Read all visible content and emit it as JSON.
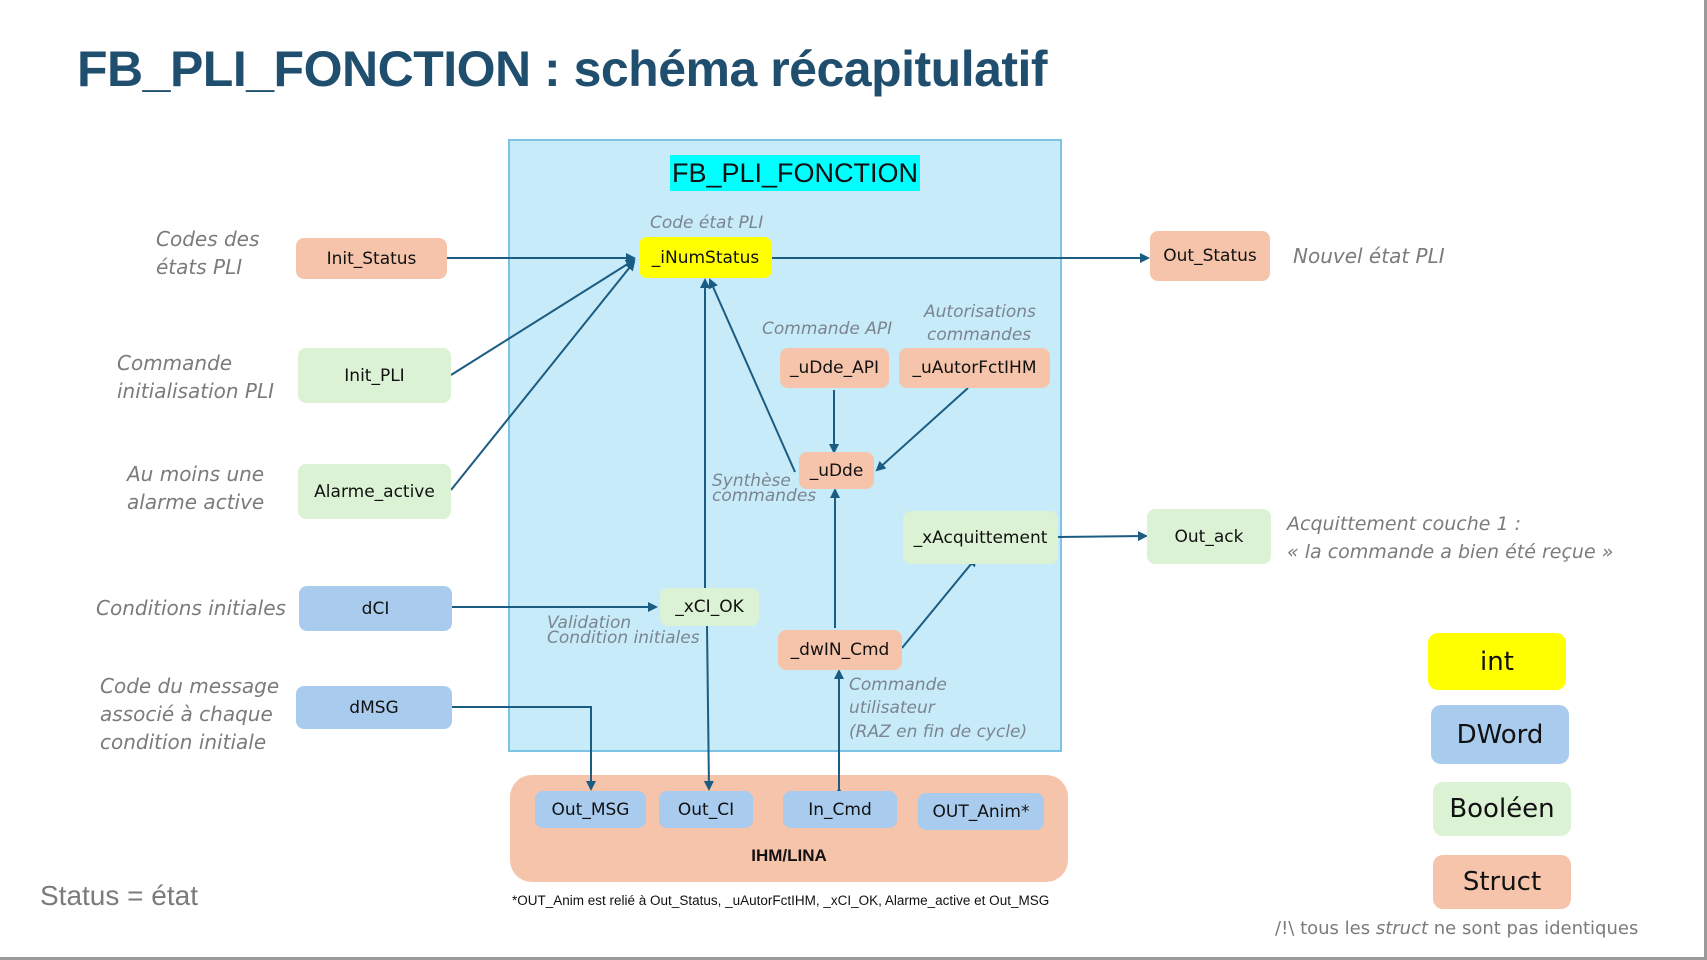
{
  "page": {
    "title": "FB_PLI_FONCTION : schéma récapitulatif",
    "status_definition": "Status = état",
    "footnote": "*OUT_Anim est relié à Out_Status, _uAutorFctIHM, _xCI_OK, Alarme_active et Out_MSG",
    "warning": {
      "prefix": "/!\\ tous les ",
      "emphasis": "struct",
      "suffix": " ne sont pas identiques"
    }
  },
  "colors": {
    "title": "#1f4e6e",
    "int": "#ffff00",
    "dword": "#a8cbee",
    "bool": "#dcf2d4",
    "struct": "#f5c4aa",
    "fb_box": "#c8ebf9",
    "fb_title_highlight": "#00ffff",
    "wire": "#1a5c82"
  },
  "function_block": {
    "title": "FB_PLI_FONCTION",
    "internals": {
      "iNumStatus": {
        "label": "_iNumStatus",
        "type": "int",
        "caption": "Code état PLI"
      },
      "uDde_API": {
        "label": "_uDde_API",
        "type": "struct",
        "caption": "Commande API"
      },
      "uAutorFctIHM": {
        "label": "_uAutorFctIHM",
        "type": "struct",
        "caption": "Autorisations commandes"
      },
      "uDde": {
        "label": "_uDde",
        "type": "struct",
        "caption": "Synthèse commandes"
      },
      "xAcquittement": {
        "label": "_xAcquittement",
        "type": "bool"
      },
      "xCI_OK": {
        "label": "_xCI_OK",
        "type": "bool",
        "caption": "Validation Condition initiales"
      },
      "dwIN_Cmd": {
        "label": "_dwIN_Cmd",
        "type": "struct",
        "caption": "Commande utilisateur (RAZ en fin de cycle)"
      }
    },
    "captions": {
      "code_etat": "Code état PLI",
      "commande_api": "Commande API",
      "autorisations_1": "Autorisations",
      "autorisations_2": "commandes",
      "synthese_1": "Synthèse",
      "synthese_2": "commandes",
      "validation_1": "Validation",
      "validation_2": "Condition initiales",
      "cmd_user_1": "Commande",
      "cmd_user_2": "utilisateur",
      "cmd_user_3": "(RAZ en fin de cycle)"
    }
  },
  "inputs": [
    {
      "label": "Init_Status",
      "type": "struct",
      "desc": [
        "Codes des",
        "états PLI"
      ]
    },
    {
      "label": "Init_PLI",
      "type": "bool",
      "desc": [
        "Commande",
        "initialisation PLI"
      ]
    },
    {
      "label": "Alarme_active",
      "type": "bool",
      "desc": [
        "Au moins une",
        "alarme active"
      ]
    },
    {
      "label": "dCI",
      "type": "dword",
      "desc": [
        "Conditions initiales"
      ]
    },
    {
      "label": "dMSG",
      "type": "dword",
      "desc": [
        "Code du message",
        "associé à chaque",
        "condition initiale"
      ]
    }
  ],
  "outputs": [
    {
      "label": "Out_Status",
      "type": "struct",
      "desc": [
        "Nouvel état PLI"
      ]
    },
    {
      "label": "Out_ack",
      "type": "bool",
      "desc": [
        "Acquittement couche 1 :",
        "« la commande a bien été reçue »"
      ]
    }
  ],
  "ihm": {
    "title": "IHM/LINA",
    "items": [
      {
        "label": "Out_MSG",
        "type": "dword"
      },
      {
        "label": "Out_CI",
        "type": "dword"
      },
      {
        "label": "In_Cmd",
        "type": "dword"
      },
      {
        "label": "OUT_Anim*",
        "type": "dword"
      }
    ]
  },
  "legend": [
    {
      "label": "int",
      "type": "int"
    },
    {
      "label": "DWord",
      "type": "dword"
    },
    {
      "label": "Booléen",
      "type": "bool"
    },
    {
      "label": "Struct",
      "type": "struct"
    }
  ],
  "connections": [
    {
      "from": "Init_Status",
      "to": "_iNumStatus"
    },
    {
      "from": "Init_PLI",
      "to": "_iNumStatus"
    },
    {
      "from": "Alarme_active",
      "to": "_iNumStatus"
    },
    {
      "from": "_iNumStatus",
      "to": "Out_Status"
    },
    {
      "from": "_uDde_API",
      "to": "_uDde"
    },
    {
      "from": "_uAutorFctIHM",
      "to": "_uDde"
    },
    {
      "from": "_uDde",
      "to": "_iNumStatus"
    },
    {
      "from": "_xCI_OK",
      "to": "_iNumStatus"
    },
    {
      "from": "dCI",
      "to": "_xCI_OK"
    },
    {
      "from": "_dwIN_Cmd",
      "to": "_uDde"
    },
    {
      "from": "_dwIN_Cmd",
      "to": "_xAcquittement"
    },
    {
      "from": "_xAcquittement",
      "to": "Out_ack"
    },
    {
      "from": "dMSG",
      "to": "Out_MSG"
    },
    {
      "from": "_xCI_OK",
      "to": "Out_CI"
    },
    {
      "from": "In_Cmd",
      "to": "_dwIN_Cmd"
    }
  ]
}
